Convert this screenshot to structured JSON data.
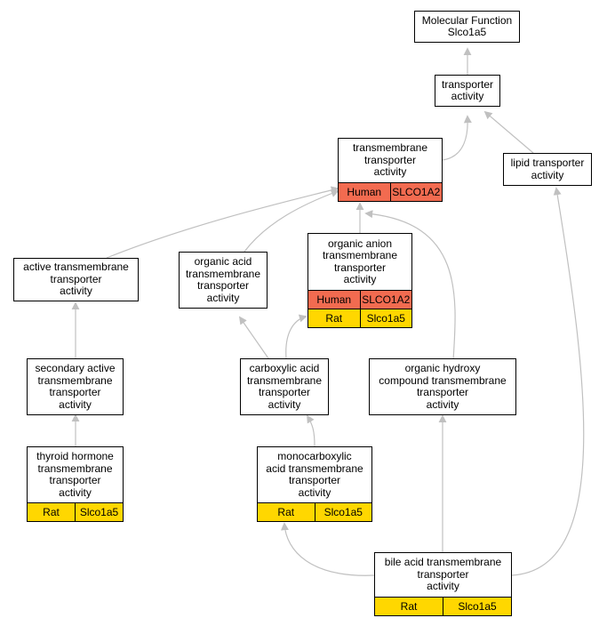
{
  "colors": {
    "human": "#f26b50",
    "rat": "#ffd700",
    "edge": "#c0c0c0"
  },
  "nodes": {
    "mf": {
      "label": "Molecular Function\nSlco1a5"
    },
    "ta": {
      "label": "transporter\nactivity"
    },
    "tmta": {
      "label": "transmembrane\ntransporter\nactivity",
      "ann": [
        {
          "species": "Human",
          "gene": "SLCO1A2"
        }
      ]
    },
    "lta": {
      "label": "lipid transporter\nactivity"
    },
    "atta": {
      "label": "active transmembrane\ntransporter\nactivity"
    },
    "oata": {
      "label": "organic acid\ntransmembrane\ntransporter\nactivity"
    },
    "oaa": {
      "label": "organic anion\ntransmembrane\ntransporter\nactivity",
      "ann": [
        {
          "species": "Human",
          "gene": "SLCO1A2"
        },
        {
          "species": "Rat",
          "gene": "Slco1a5"
        }
      ]
    },
    "sata": {
      "label": "secondary active\ntransmembrane\ntransporter\nactivity"
    },
    "caa": {
      "label": "carboxylic acid\ntransmembrane\ntransporter\nactivity"
    },
    "ohc": {
      "label": "organic hydroxy\ncompound transmembrane\ntransporter\nactivity"
    },
    "thy": {
      "label": "thyroid hormone\ntransmembrane\ntransporter\nactivity",
      "ann": [
        {
          "species": "Rat",
          "gene": "Slco1a5"
        }
      ]
    },
    "mca": {
      "label": "monocarboxylic\nacid transmembrane\ntransporter\nactivity",
      "ann": [
        {
          "species": "Rat",
          "gene": "Slco1a5"
        }
      ]
    },
    "bile": {
      "label": "bile acid transmembrane\ntransporter\nactivity",
      "ann": [
        {
          "species": "Rat",
          "gene": "Slco1a5"
        }
      ]
    }
  }
}
